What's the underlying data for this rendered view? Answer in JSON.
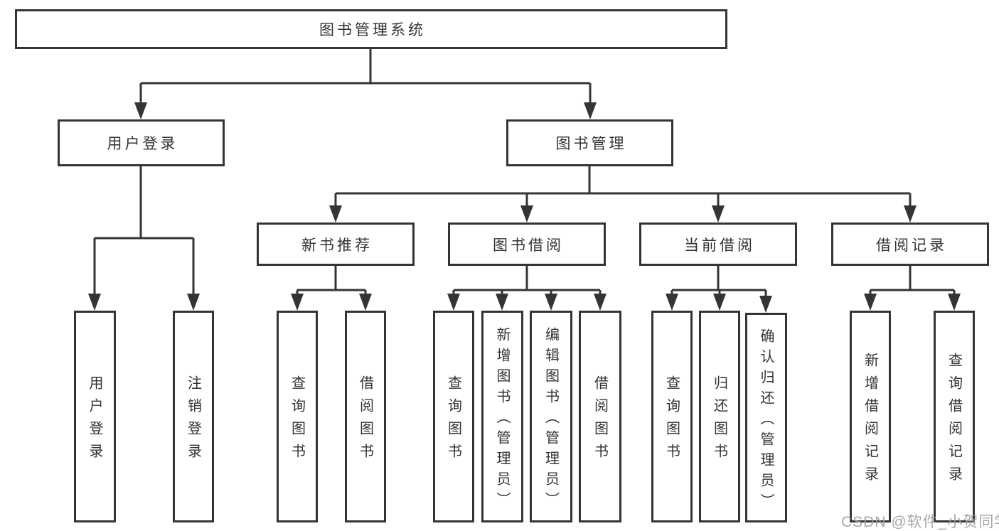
{
  "tree": {
    "root": "图书管理系统",
    "user_login": {
      "label": "用户登录",
      "children": {
        "login": "用户登录",
        "logout": "注销登录"
      }
    },
    "book_mgmt": {
      "label": "图书管理",
      "children": {
        "new_books": {
          "label": "新书推荐",
          "children": {
            "query": "查询图书",
            "borrow": "借阅图书"
          }
        },
        "borrowing": {
          "label": "图书借阅",
          "children": {
            "query": "查询图书",
            "add": "新增图书（管理员）",
            "edit": "编辑图书（管理员）",
            "borrow": "借阅图书"
          }
        },
        "current": {
          "label": "当前借阅",
          "children": {
            "query": "查询图书",
            "return": "归还图书",
            "confirm": "确认归还（管理员）"
          }
        },
        "records": {
          "label": "借阅记录",
          "children": {
            "add": "新增借阅记录",
            "query": "查询借阅记录"
          }
        }
      }
    }
  },
  "watermark": {
    "text": "CSDN @软件_小贺同学"
  },
  "colors": {
    "line": "#343434",
    "text": "#333333",
    "background": "#ffffff",
    "watermark": "#9e9e9e"
  }
}
